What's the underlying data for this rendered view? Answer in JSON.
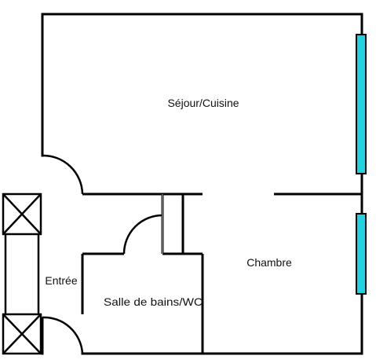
{
  "rooms": {
    "living_kitchen": "Séjour/Cuisine",
    "bedroom": "Chambre",
    "bathroom": "Salle de bains/WC",
    "entrance": "Entrée"
  },
  "colors": {
    "wall": "#000000",
    "window": "#1fd4e0",
    "background": "#ffffff",
    "text": "#111111"
  }
}
